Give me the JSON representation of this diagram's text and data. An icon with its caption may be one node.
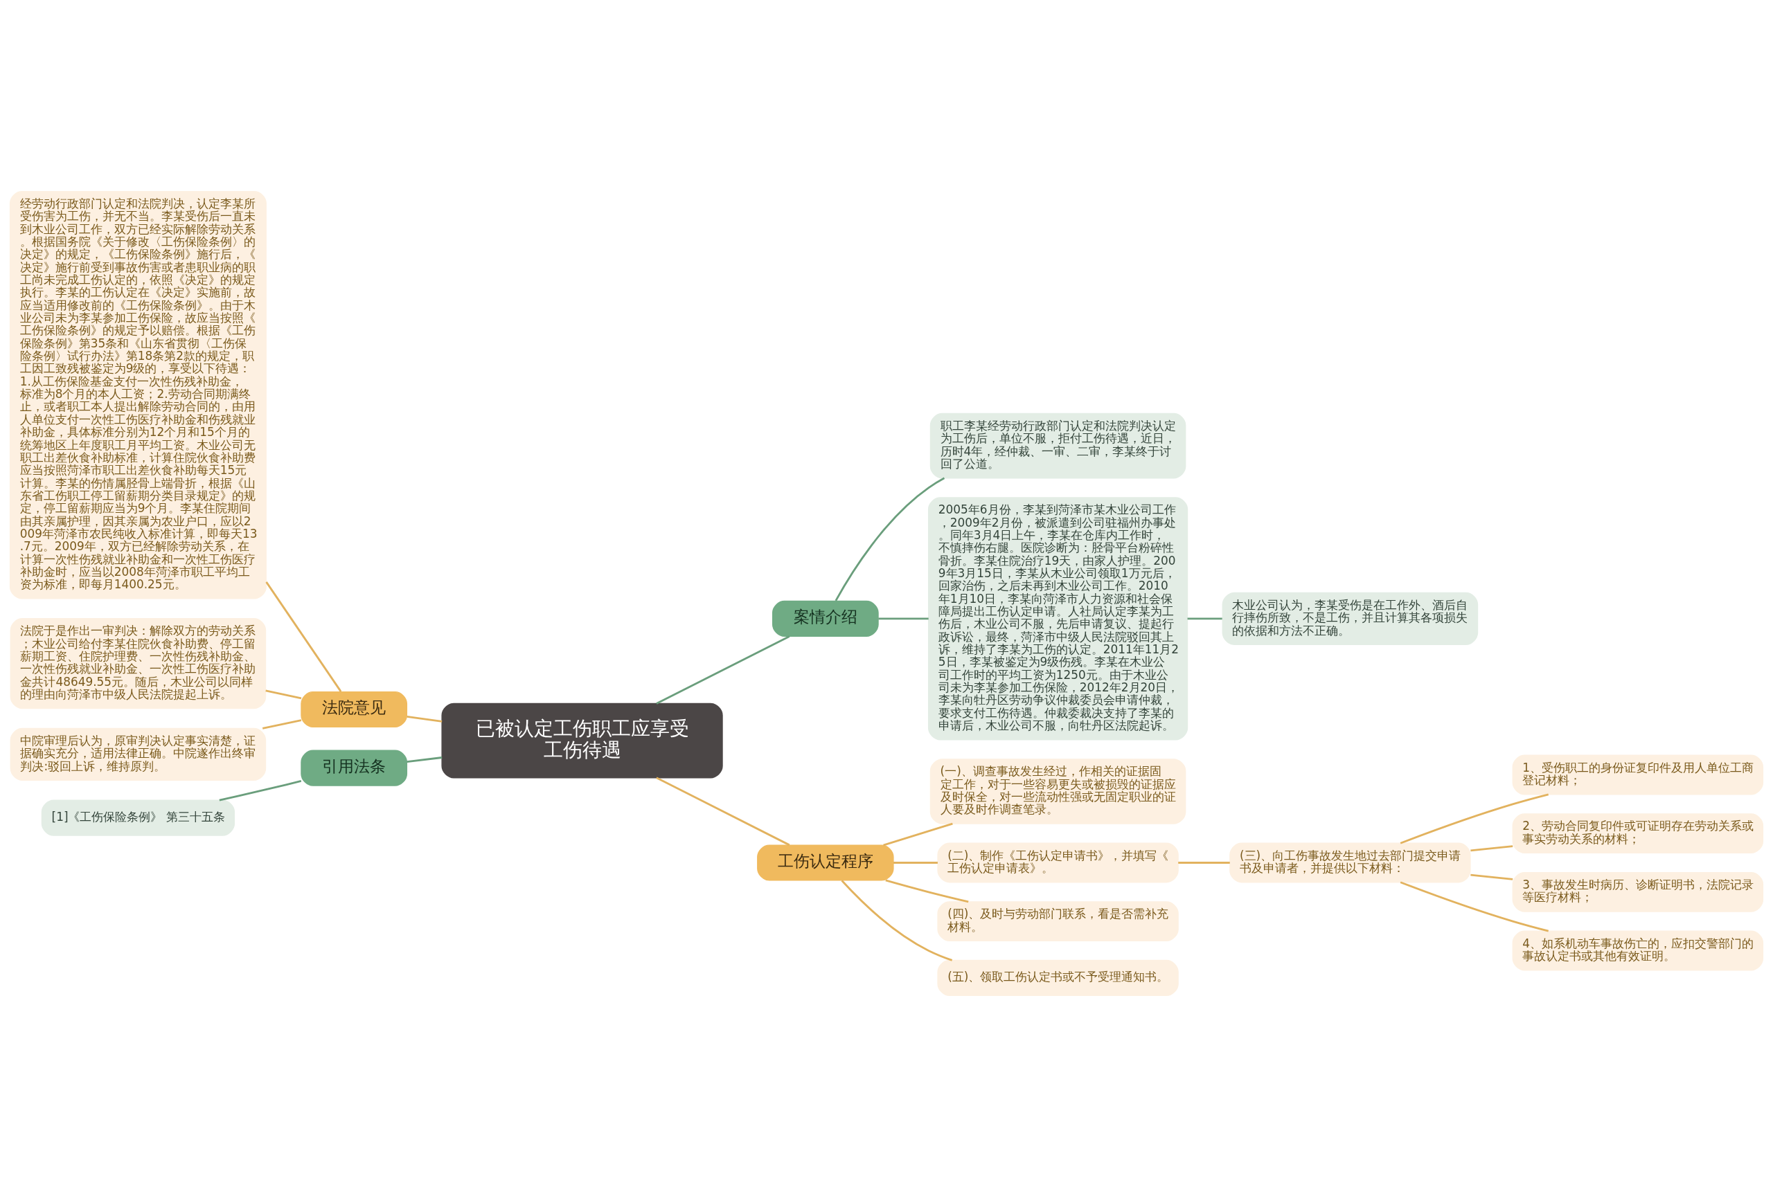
{
  "diagram": {
    "nodes": [
      {
        "text": [
          "已被认定工伤职工应享受工伤待遇"
        ]
      },
      {
        "text": [
          "法院意见"
        ]
      },
      {
        "text": [
          "经劳动行政部门认定和法院判决，认定李某所受伤害为工伤，并无不当。李某受伤后一直未到木业公司工作，双方已经实际解除劳动关系。根据国务院《关于修改〈工伤保险条例〉的决定》的规定，《工伤保险条例》施行后，《决定》施行前受到事故伤害或者患职业病的职工尚未完成工伤认定的，依照《决定》的规定执行。李某的工伤认定在《决定》实施前，故应当适用修改前的《工伤保险条例》。由于木业公司未为李某参加工伤保险，故应当按照《工伤保险条例》的规定予以赔偿。根据《工伤保险条例》第35条和《山东省贯彻〈工伤保险条例〉试行办法》第18条第2款的规定，职工因工致残被鉴定为9级的，享受以下待遇：1.从工伤保险基金支付一次性伤残补助金，标准为8个月的本人工资；2.劳动合同期满终止，或者职工本人提出解除劳动合同的，由用人单位支付一次性工伤医疗补助金和伤残就业补助金，具体标准分别为12个月和15个月的统筹地区上年度职工月平均工资。木业公司无职工出差伙食补助标准，计算住院伙食补助费应当按照菏泽市职工出差伙食补助每天15元计算。李某的伤情属胫骨上端骨折，根据《山东省工伤职工停工留薪期分类目录规定》的规定，停工留薪期应当为9个月。李某住院期间由其亲属护理，因其亲属为农业户口，应以2009年菏泽市农民纯收入标准计算，即每天13.7元。2009年，双方已经解除劳动关系，在计算一次性伤残就业补助金和一次性工伤医疗补助金时，应当以2008年菏泽市职工平均工资为标准，即每月1400.25元。"
        ]
      },
      {
        "text": [
          "法院于是作出一审判决：解除双方的劳动关系；木业公司给付李某住院伙食补助费、停工留薪期工资、住院护理费、一次性伤残补助金、一次性伤残就业补助金、一次性工伤医疗补助金共计48649.55元。随后，木业公司以同样的理由向菏泽市中级人民法院提起上诉。"
        ]
      },
      {
        "text": [
          "中院审理后认为，原审判决认定事实清楚，证据确实充分，适用法律正确。中院遂作出终审判决:驳回上诉，维持原判。"
        ]
      },
      {
        "text": [
          "引用法条"
        ]
      },
      {
        "text": [
          "[1]《工伤保险条例》 第三十五条"
        ]
      },
      {
        "text": [
          "案情介绍"
        ]
      },
      {
        "text": [
          "职工李某经劳动行政部门认定和法院判决认定为工伤后，单位不服，拒付工伤待遇，近日，历时4年，经仲裁、一审、二审，李某终于讨回了公道。"
        ]
      },
      {
        "text": [
          "2005年6月份，李某到菏泽市某木业公司工作，2009年2月份，被派遣到公司驻福州办事处。同年3月4日上午，李某在仓库内工作时，不慎摔伤右腿。医院诊断为：胫骨平台粉碎性骨折。李某住院治疗19天，由家人护理。2009年3月15日，李某从木业公司领取1万元后，回家治伤，之后未再到木业公司工作。2010年1月10日，李某向菏泽市人力资源和社会保障局提出工伤认定申请。人社局认定李某为工伤后，木业公司不服，先后申请复议、提起行政诉讼，最终，菏泽市中级人民法院驳回其上诉，维持了李某为工伤的认定。2011年11月25日，李某被鉴定为9级伤残。李某在木业公司工作时的平均工资为1250元。由于木业公司未为李某参加工伤保险，2012年2月20日，李某向牡丹区劳动争议仲裁委员会申请仲裁，要求支付工伤待遇。仲裁委裁决支持了李某的申请后，木业公司不服，向牡丹区法院起诉。"
        ]
      },
      {
        "text": [
          "木业公司认为，李某受伤是在工作外、酒后自行摔伤所致，不是工伤，并且计算其各项损失的依据和方法不正确。"
        ]
      },
      {
        "text": [
          "工伤认定程序"
        ]
      },
      {
        "text": [
          "(一)、调查事故发生经过，作相关的证据固定工作，对于一些容易更失或被损毁的证据应及时保全，对一些流动性强或无固定职业的证人要及时作调查笔录。"
        ]
      },
      {
        "text": [
          "(二)、制作《工伤认定申请书》，并填写《工伤认定申请表》。"
        ]
      },
      {
        "text": [
          "(三)、向工伤事故发生地过去部门提交申请书及申请者，并提供以下材料："
        ]
      },
      {
        "text": [
          "1、受伤职工的身份证复印件及用人单位工商登记材料；"
        ]
      },
      {
        "text": [
          "2、劳动合同复印件或可证明存在劳动关系或事实劳动关系的材料；"
        ]
      },
      {
        "text": [
          "3、事故发生时病历、诊断证明书，法院记录等医疗材料；"
        ]
      },
      {
        "text": [
          "4、如系机动车事故伤亡的，应扣交警部门的事故认定书或其他有效证明。"
        ]
      },
      {
        "text": [
          "(四)、及时与劳动部门联系，看是否需补充材料。"
        ]
      },
      {
        "text": [
          "(五)、领取工伤认定书或不予受理通知书。"
        ]
      }
    ],
    "edges": [
      {
        "from": 0,
        "to": 1,
        "arrow": "none"
      },
      {
        "from": 1,
        "to": 2,
        "arrow": "none"
      },
      {
        "from": 1,
        "to": 3,
        "arrow": "none"
      },
      {
        "from": 1,
        "to": 4,
        "arrow": "none"
      },
      {
        "from": 0,
        "to": 5,
        "arrow": "none",
        "color": "#6a9e7c"
      },
      {
        "from": 5,
        "to": 6,
        "arrow": "none",
        "color": "#6a9e7c"
      },
      {
        "from": 0,
        "to": 7,
        "arrow": "none",
        "color": "#6a9e7c"
      },
      {
        "from": 7,
        "to": 8,
        "arrow": "none",
        "color": "#6a9e7c"
      },
      {
        "from": 7,
        "to": 9,
        "arrow": "none",
        "color": "#6a9e7c"
      },
      {
        "from": 9,
        "to": 10,
        "arrow": "none",
        "color": "#6a9e7c"
      },
      {
        "from": 0,
        "to": 11,
        "arrow": "none"
      },
      {
        "from": 11,
        "to": 12,
        "arrow": "none"
      },
      {
        "from": 11,
        "to": 13,
        "arrow": "none"
      },
      {
        "from": 13,
        "to": 14,
        "arrow": "none"
      },
      {
        "from": 14,
        "to": 15,
        "arrow": "none"
      },
      {
        "from": 14,
        "to": 16,
        "arrow": "none"
      },
      {
        "from": 14,
        "to": 17,
        "arrow": "none"
      },
      {
        "from": 14,
        "to": 18,
        "arrow": "none"
      },
      {
        "from": 11,
        "to": 19,
        "arrow": "none"
      },
      {
        "from": 11,
        "to": 20,
        "arrow": "none"
      }
    ]
  }
}
